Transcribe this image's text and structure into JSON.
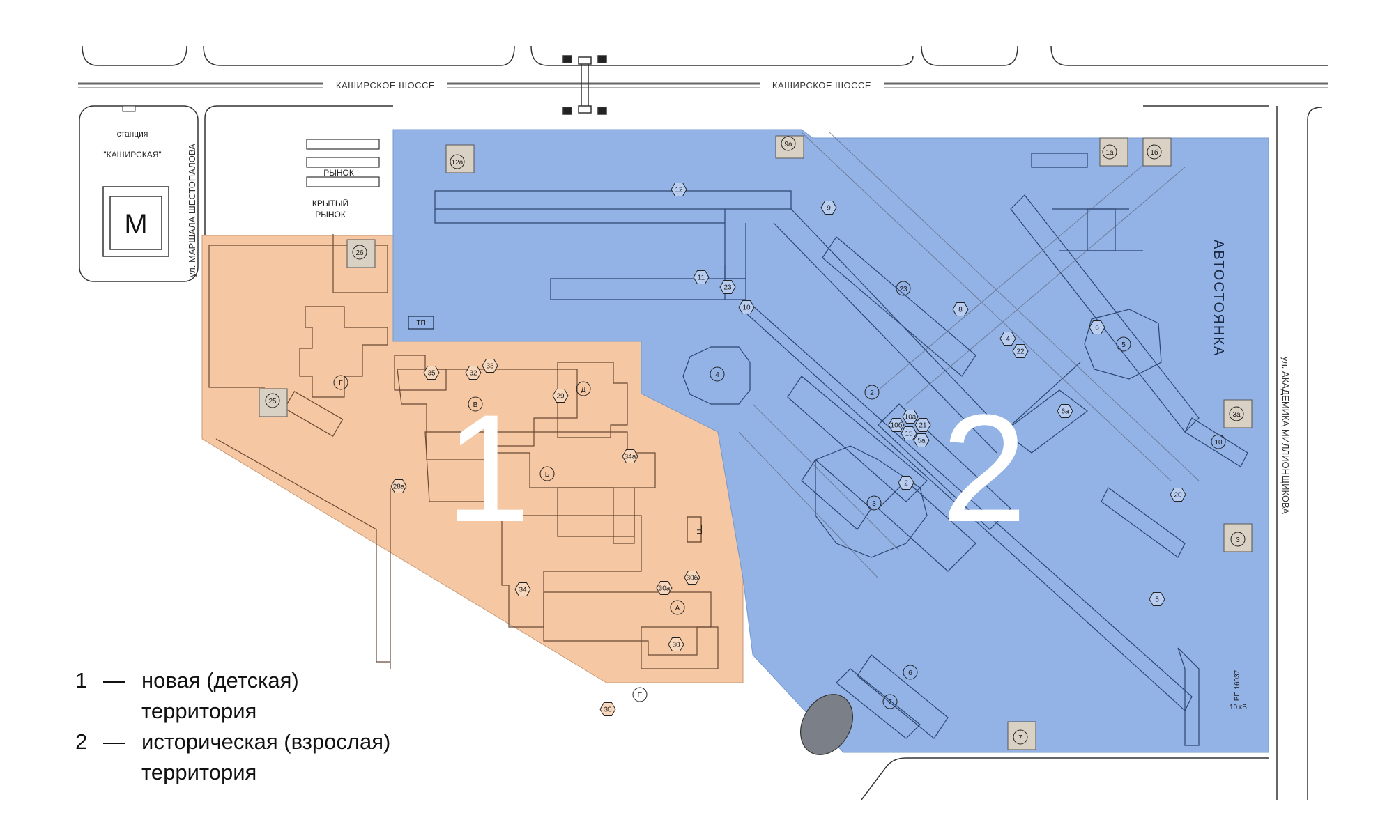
{
  "streets": {
    "kashirskoe_1": "КАШИРСКОЕ ШОССЕ",
    "kashirskoe_2": "КАШИРСКОЕ ШОССЕ",
    "shestopalova": "ул. МАРШАЛА ШЕСТОПАЛОВА",
    "millionshchikova": "ул. АКАДЕМИКА МИЛЛИОНЩИКОВА"
  },
  "metro": {
    "station_word": "станция",
    "station_name": "\"КАШИРСКАЯ\"",
    "letter": "M"
  },
  "market": {
    "market": "РЫНОК",
    "covered_1": "КРЫТЫЙ",
    "covered_2": "РЫНОК"
  },
  "parking": "АВТОСТОЯНКА",
  "zones": [
    {
      "number": "1",
      "color": "#f5c7a2"
    },
    {
      "number": "2",
      "color": "#93b3e6"
    }
  ],
  "buildings": {
    "g": "Г",
    "v": "В",
    "d": "Д",
    "b": "Б",
    "a": "А",
    "e": "Е",
    "n4": "4",
    "n2a": "2",
    "n2b": "2",
    "n3": "3",
    "n5a": "5",
    "n23": "23",
    "n6": "6",
    "n7a": "7",
    "n10": "10",
    "n1a": "1а",
    "n1b": "1б",
    "n12a": "12а",
    "n9a": "9а",
    "n26": "26",
    "n25": "25",
    "n3a": "3а",
    "n7": "7"
  },
  "markers": [
    "12",
    "9",
    "11",
    "23",
    "10",
    "8",
    "4",
    "22",
    "6",
    "6а",
    "10б",
    "10а",
    "21",
    "15",
    "5а",
    "2",
    "20",
    "5",
    "35",
    "32",
    "33",
    "29",
    "34а",
    "28а",
    "34",
    "30а",
    "30б",
    "30",
    "36"
  ],
  "tp_labels": {
    "tp1": "ТП",
    "tp2": "ТП"
  },
  "misc": {
    "rp": "РП 16037",
    "kv": "10 кВ"
  },
  "legend": {
    "item1_key": "1",
    "item1_dash": "—",
    "item1_line1": "новая (детская)",
    "item1_line2": "территория",
    "item2_key": "2",
    "item2_dash": "—",
    "item2_line1": "историческая (взрослая)",
    "item2_line2": "территория"
  },
  "colors": {
    "zone1": "#f5c7a2",
    "zone2": "#93b3e6",
    "road": "#555555"
  }
}
